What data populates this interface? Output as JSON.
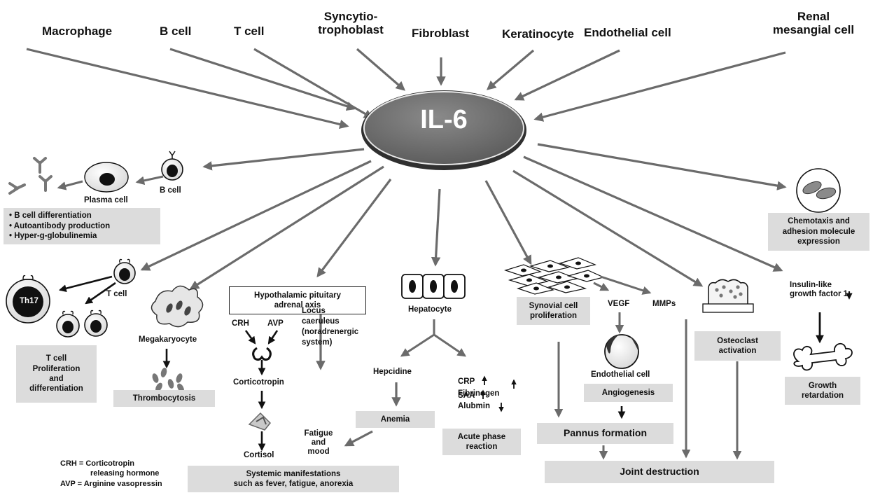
{
  "center_label": "IL-6",
  "sources": [
    {
      "id": "macrophage",
      "text": "Macrophage"
    },
    {
      "id": "b-cell",
      "text": "B cell"
    },
    {
      "id": "t-cell",
      "text": "T cell"
    },
    {
      "id": "syncytiotrophoblast",
      "line1": "Syncytio-",
      "line2": "trophoblast"
    },
    {
      "id": "fibroblast",
      "text": "Fibroblast"
    },
    {
      "id": "keratinocyte",
      "text": "Keratinocyte"
    },
    {
      "id": "endothelial-cell",
      "text": "Endothelial cell"
    },
    {
      "id": "renal-mesangial-cell",
      "line1": "Renal",
      "line2": "mesangial cell"
    }
  ],
  "bcell_branch": {
    "b_cell_label": "B cell",
    "plasma_cell_label": "Plasma cell",
    "effects": [
      "• B cell differentiation",
      "• Autoantibody production",
      "• Hyper-g-globulinemia"
    ]
  },
  "tcell_branch": {
    "th17_label": "Th17",
    "t_cell_label": "T cell",
    "effect": [
      "T cell",
      "Proliferation",
      "and",
      "differentiation"
    ]
  },
  "megakaryocyte_branch": {
    "label": "Megakaryocyte",
    "effect": "Thrombocytosis"
  },
  "hpa_branch": {
    "box": [
      "Hypothalamic pituitary",
      "adrenal axis"
    ],
    "crh": "CRH",
    "avp": "AVP",
    "corticotropin": "Corticotropin",
    "cortisol": "Cortisol",
    "locus": [
      "Locus",
      "caeruleus",
      "(noradrenergic",
      "system)"
    ],
    "fatigue": [
      "Fatigue",
      "and",
      "mood"
    ],
    "systemic": [
      "Systemic manifestations",
      "such as fever, fatigue, anorexia"
    ],
    "legend": [
      "CRH = Corticotropin",
      "releasing hormone",
      "AVP = Arginine vasopressin"
    ]
  },
  "hepatocyte_branch": {
    "label": "Hepatocyte",
    "hepcidine": "Hepcidine",
    "anemia": "Anemia",
    "proteins": [
      {
        "name": "CRP",
        "dir": "up"
      },
      {
        "name": "Fibrinogen",
        "dir": "up"
      },
      {
        "name": "SAA",
        "dir": "up"
      },
      {
        "name": "Alubmin",
        "dir": "down"
      }
    ],
    "acute_phase": [
      "Acute phase",
      "reaction"
    ]
  },
  "synovial_branch": {
    "synovial": [
      "Synovial cell",
      "proliferation"
    ],
    "vegf": "VEGF",
    "mmps": "MMPs",
    "endothelial": "Endothelial cell",
    "angiogenesis": "Angiogenesis",
    "pannus": "Pannus formation",
    "joint": "Joint destruction"
  },
  "osteoclast_branch": {
    "label": [
      "Osteoclast",
      "activation"
    ]
  },
  "chemotaxis_branch": {
    "label": [
      "Chemotaxis and",
      "adhesion molecule",
      "expression"
    ]
  },
  "growth_branch": {
    "igf": [
      "Insulin-like",
      "growth factor 1"
    ],
    "igf_dir": "down",
    "growth": [
      "Growth",
      "retardation"
    ]
  },
  "colors": {
    "arrow_gray": "#6b6b6b",
    "arrow_black": "#111111",
    "box_gray": "#dcdcdc",
    "ellipse_fill": "#6e6e6e",
    "ellipse_ring": "#3c3c3c"
  }
}
